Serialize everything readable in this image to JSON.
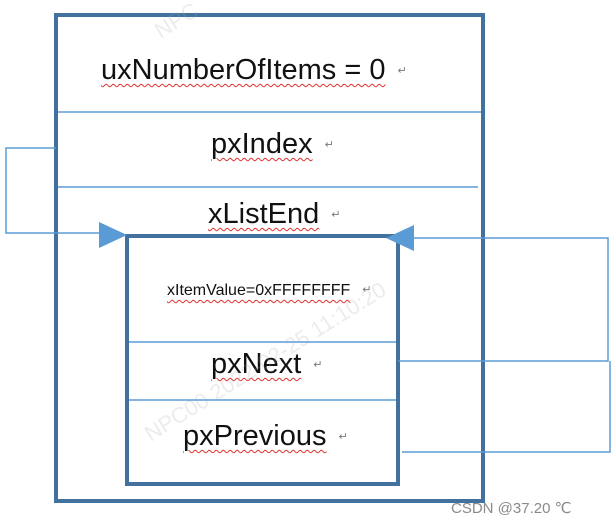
{
  "diagram": {
    "outer_fields": {
      "count_label": "uxNumberOfItems = 0",
      "index_label": "pxIndex",
      "end_label": "xListEnd"
    },
    "list_end_item": {
      "value_label": "xItemValue=0xFFFFFFFF",
      "next_label": "pxNext",
      "previous_label": "pxPrevious"
    },
    "paragraph_mark": "↵"
  },
  "watermark": {
    "text": "NPC00 2022-02-25 11:10:20",
    "text_short": "NPC"
  },
  "credit": "CSDN @37.20 ℃",
  "colors": {
    "box_border": "#41719c",
    "connector": "#5b9bd5",
    "arrow_fill": "#5b9bd5"
  }
}
